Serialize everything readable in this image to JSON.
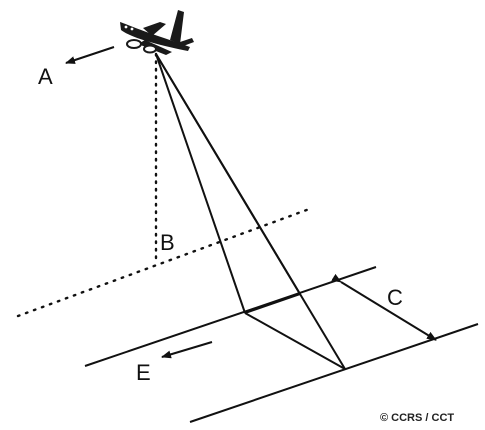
{
  "labels": {
    "a": "A",
    "b": "B",
    "c": "C",
    "e": "E"
  },
  "credit": "© CCRS / CCT",
  "icons": {
    "aircraft": "airplane-icon"
  },
  "colors": {
    "line": "#111111",
    "background": "#ffffff"
  }
}
